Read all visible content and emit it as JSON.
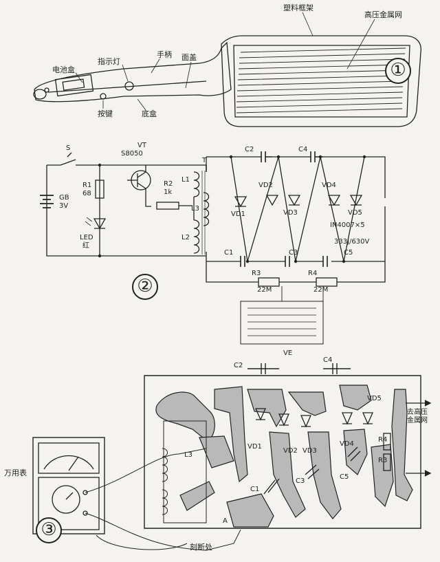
{
  "section1": {
    "number": "①",
    "labels": {
      "plastic_frame": "塑料框架",
      "hv_mesh": "高压金属网",
      "battery_box": "电池盒",
      "indicator_light": "指示灯",
      "handle": "手柄",
      "cover": "面盖",
      "button": "按键",
      "bottom_box": "底盒"
    }
  },
  "section2": {
    "number": "②",
    "labels": {
      "vt": "VT",
      "vt_model": "S8050",
      "switch": "S",
      "t": "T",
      "r1": "R1",
      "r1_val": "68",
      "gb": "GB",
      "gb_val": "3V",
      "led": "LED",
      "led_color": "红",
      "r2": "R2",
      "r2_val": "1k",
      "l1": "L1",
      "l3": "L3",
      "l2": "L2",
      "c1": "C1",
      "c2": "C2",
      "c3": "C3",
      "c4": "C4",
      "c5": "C5",
      "vd1": "VD1",
      "vd2": "VD2",
      "vd3": "VD3",
      "vd4": "VD4",
      "vd5": "VD5",
      "diode_spec": "IN4007×5",
      "cap_spec": "333J/630V",
      "r3": "R3",
      "r3_val": "22M",
      "r4": "R4",
      "r4_val": "22M"
    }
  },
  "section3": {
    "number": "③",
    "labels": {
      "ve": "VE",
      "c2": "C2",
      "c4": "C4",
      "vd1": "VD1",
      "vd2": "VD2",
      "vd3": "VD3",
      "vd4": "VD4",
      "vd5": "VD5",
      "r4": "R4",
      "r3": "R3",
      "l3": "L3",
      "c1": "C1",
      "c3": "C3",
      "c5": "C5",
      "a": "A",
      "cut_point": "刻断处",
      "multimeter": "万用表",
      "to_hv_mesh_1": "去高压",
      "to_hv_mesh_2": "金属网"
    }
  },
  "colors": {
    "ink": "#222222",
    "paper": "#f4f3ef",
    "pcb": "#b9b9b9"
  }
}
